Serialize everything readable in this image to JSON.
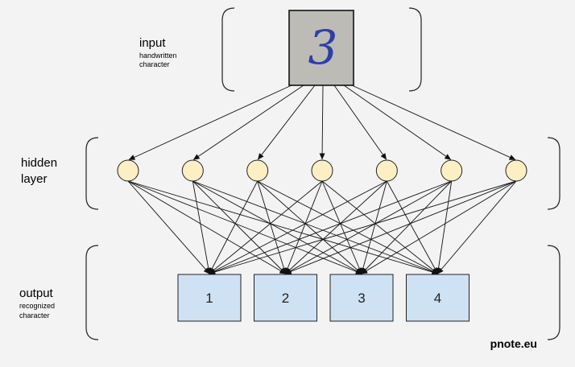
{
  "input": {
    "label": "input",
    "sublabel_line1": "handwritten",
    "sublabel_line2": "character",
    "image_text": "3",
    "image_ink_color": "#2e3fa8",
    "image_bg_color": "#bdbbb6"
  },
  "hidden": {
    "label_line1": "hidden",
    "label_line2": "layer",
    "node_count": 7,
    "node_color": "#fdefc4"
  },
  "output": {
    "label": "output",
    "sublabel_line1": "recognized",
    "sublabel_line2": "character",
    "classes": [
      "1",
      "2",
      "3",
      "4"
    ],
    "box_color": "#cfe2f3"
  },
  "brand": "pnote.eu"
}
